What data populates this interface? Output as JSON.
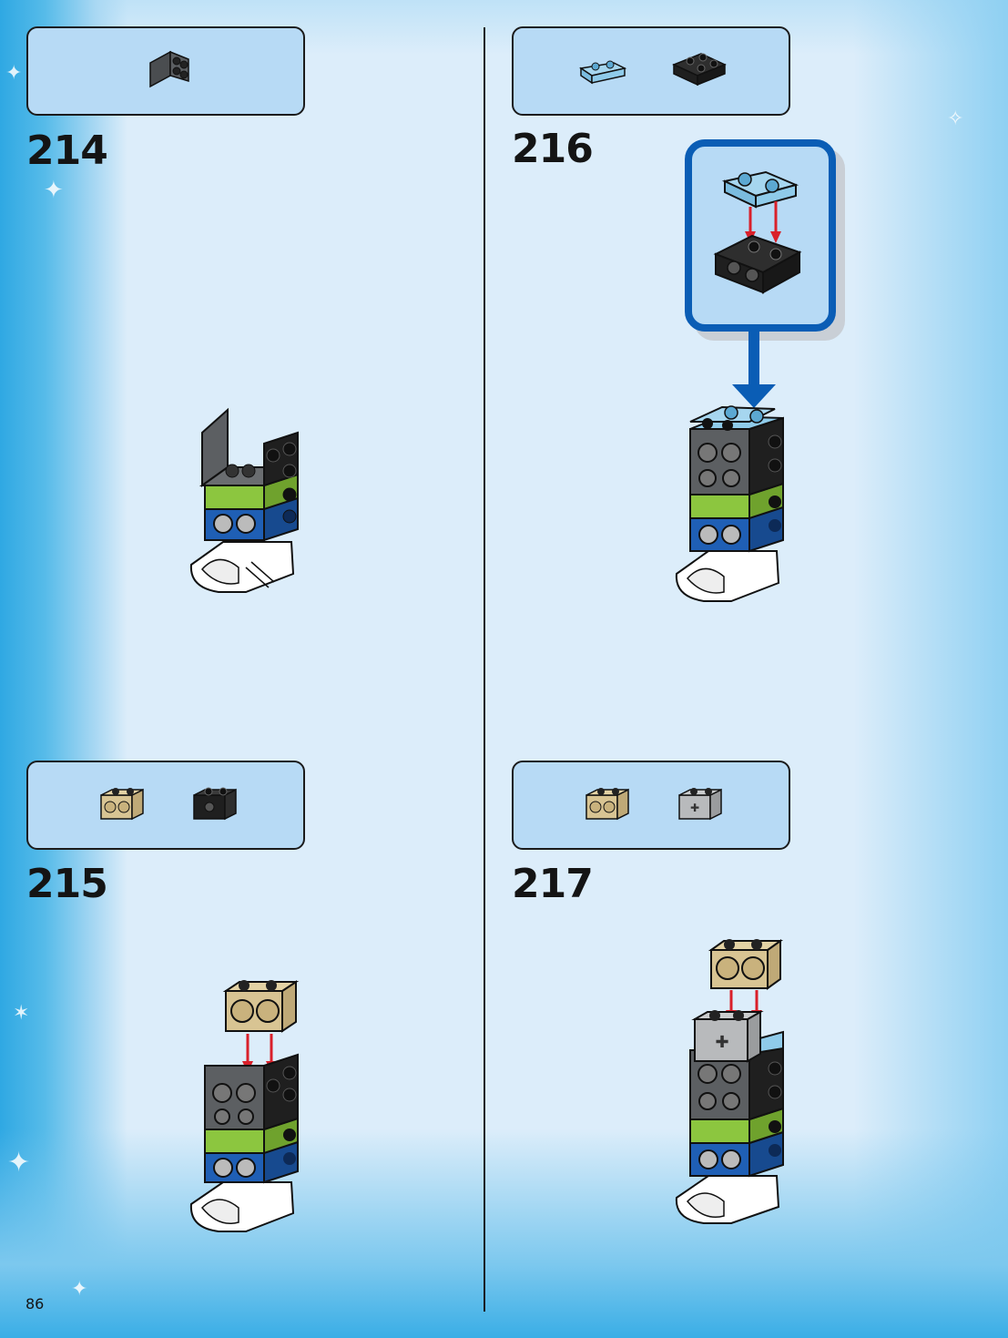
{
  "page_number": "86",
  "steps": [
    {
      "number": "214",
      "parts": [
        "dark-gray-bracket"
      ]
    },
    {
      "number": "215",
      "parts": [
        "tan-technic-brick-1x2",
        "black-technic-brick-1x2"
      ]
    },
    {
      "number": "216",
      "parts": [
        "light-blue-plate-1x2",
        "black-plate-2x2-pin-holes"
      ]
    },
    {
      "number": "217",
      "parts": [
        "tan-technic-brick-1x2",
        "light-gray-axle-brick-1x2"
      ]
    }
  ],
  "colors": {
    "background": "#dcedfa",
    "parts_box": "#b7daf5",
    "callout_border": "#0a5db5",
    "arrow_red": "#d9202a",
    "brick_dark_gray": "#5c5f62",
    "brick_black": "#1f1f1f",
    "brick_lime": "#8cc63f",
    "brick_blue": "#1f5fb5",
    "brick_tan": "#d8c493",
    "brick_light_blue": "#8fcbea",
    "brick_light_gray": "#b8babc",
    "brick_white": "#ffffff"
  }
}
